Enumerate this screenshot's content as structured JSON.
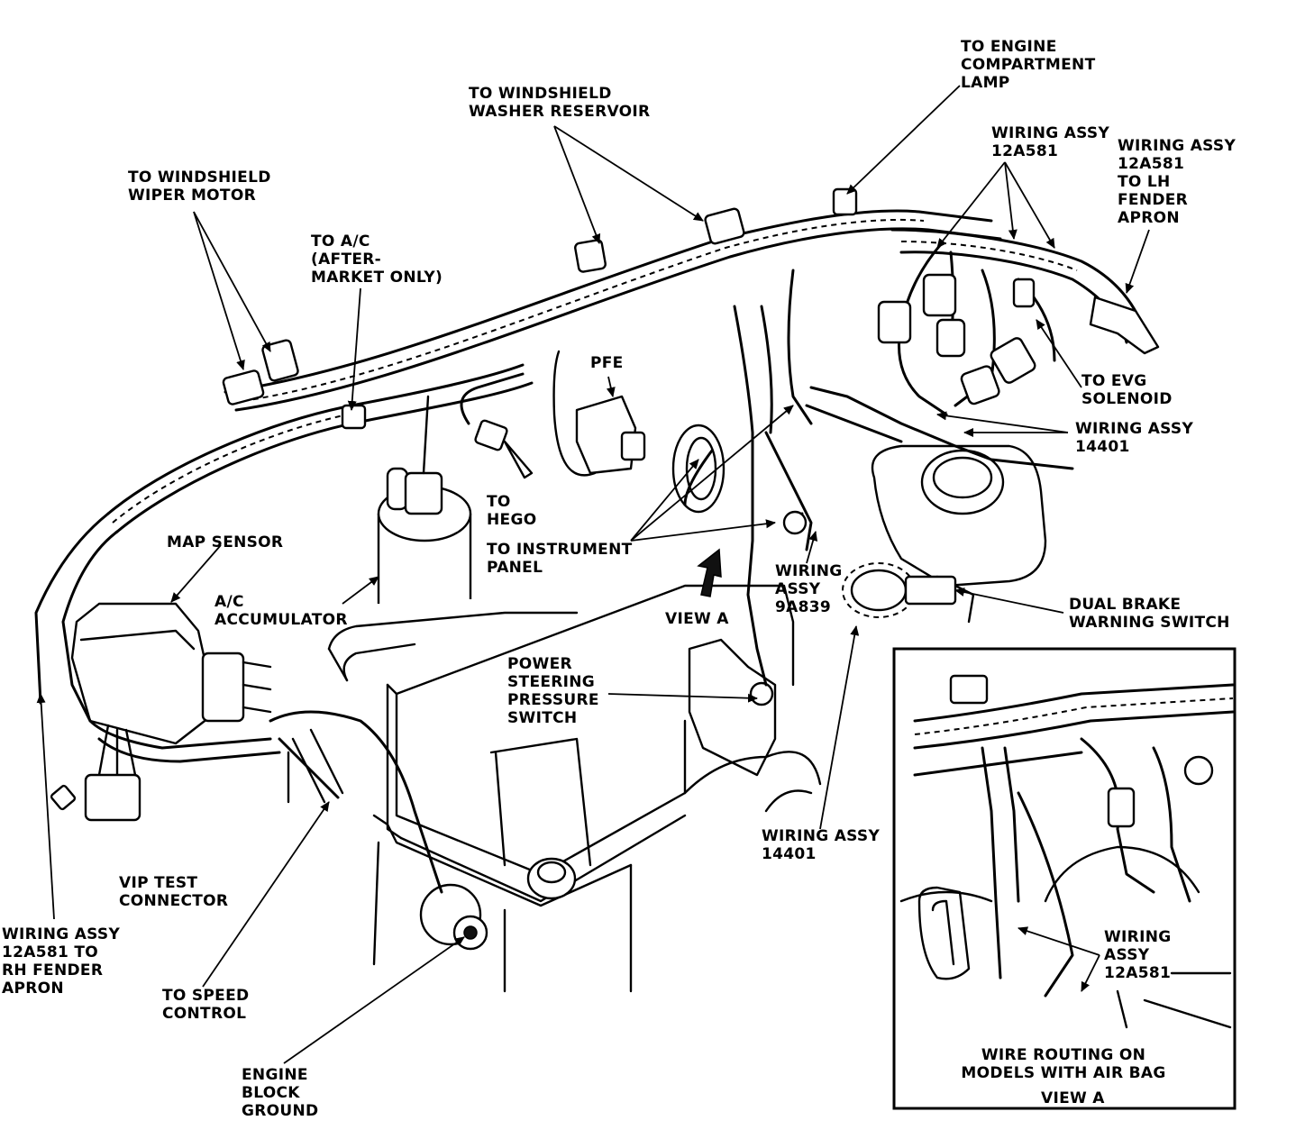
{
  "labels": {
    "windshield_wiper_motor": "TO WINDSHIELD\nWIPER MOTOR",
    "windshield_washer_reservoir": "TO WINDSHIELD\nWASHER RESERVOIR",
    "engine_compartment_lamp": "TO ENGINE\nCOMPARTMENT\nLAMP",
    "wiring_assy_12a581_top": "WIRING ASSY\n12A581",
    "wiring_assy_12a581_lh": "WIRING ASSY\n12A581\nTO LH\nFENDER\nAPRON",
    "ac_aftermarket": "TO A/C\n(AFTER-\nMARKET ONLY)",
    "pfe": "PFE",
    "evg_solenoid": "TO EVG\nSOLENOID",
    "wiring_assy_14401_right": "WIRING ASSY\n14401",
    "hego": "TO\nHEGO",
    "instrument_panel": "TO INSTRUMENT\nPANEL",
    "map_sensor": "MAP SENSOR",
    "ac_accumulator": "A/C\nACCUMULATOR",
    "view_a_arrow": "VIEW A",
    "wiring_assy_9a839": "WIRING\nASSY\n9A839",
    "dual_brake_warning_switch": "DUAL BRAKE\nWARNING SWITCH",
    "power_steering_pressure_switch": "POWER\nSTEERING\nPRESSURE\nSWITCH",
    "wiring_assy_14401_bottom": "WIRING ASSY\n14401",
    "vip_test_connector": "VIP TEST\nCONNECTOR",
    "wiring_assy_12a581_rh": "WIRING ASSY\n12A581 TO\nRH FENDER\nAPRON",
    "speed_control": "TO SPEED\nCONTROL",
    "engine_block_ground": "ENGINE\nBLOCK\nGROUND",
    "inset_wiring_assy_12a581": "WIRING\nASSY\n12A581",
    "inset_caption": "WIRE ROUTING ON\nMODELS WITH AIR BAG",
    "inset_view_a": "VIEW A"
  }
}
